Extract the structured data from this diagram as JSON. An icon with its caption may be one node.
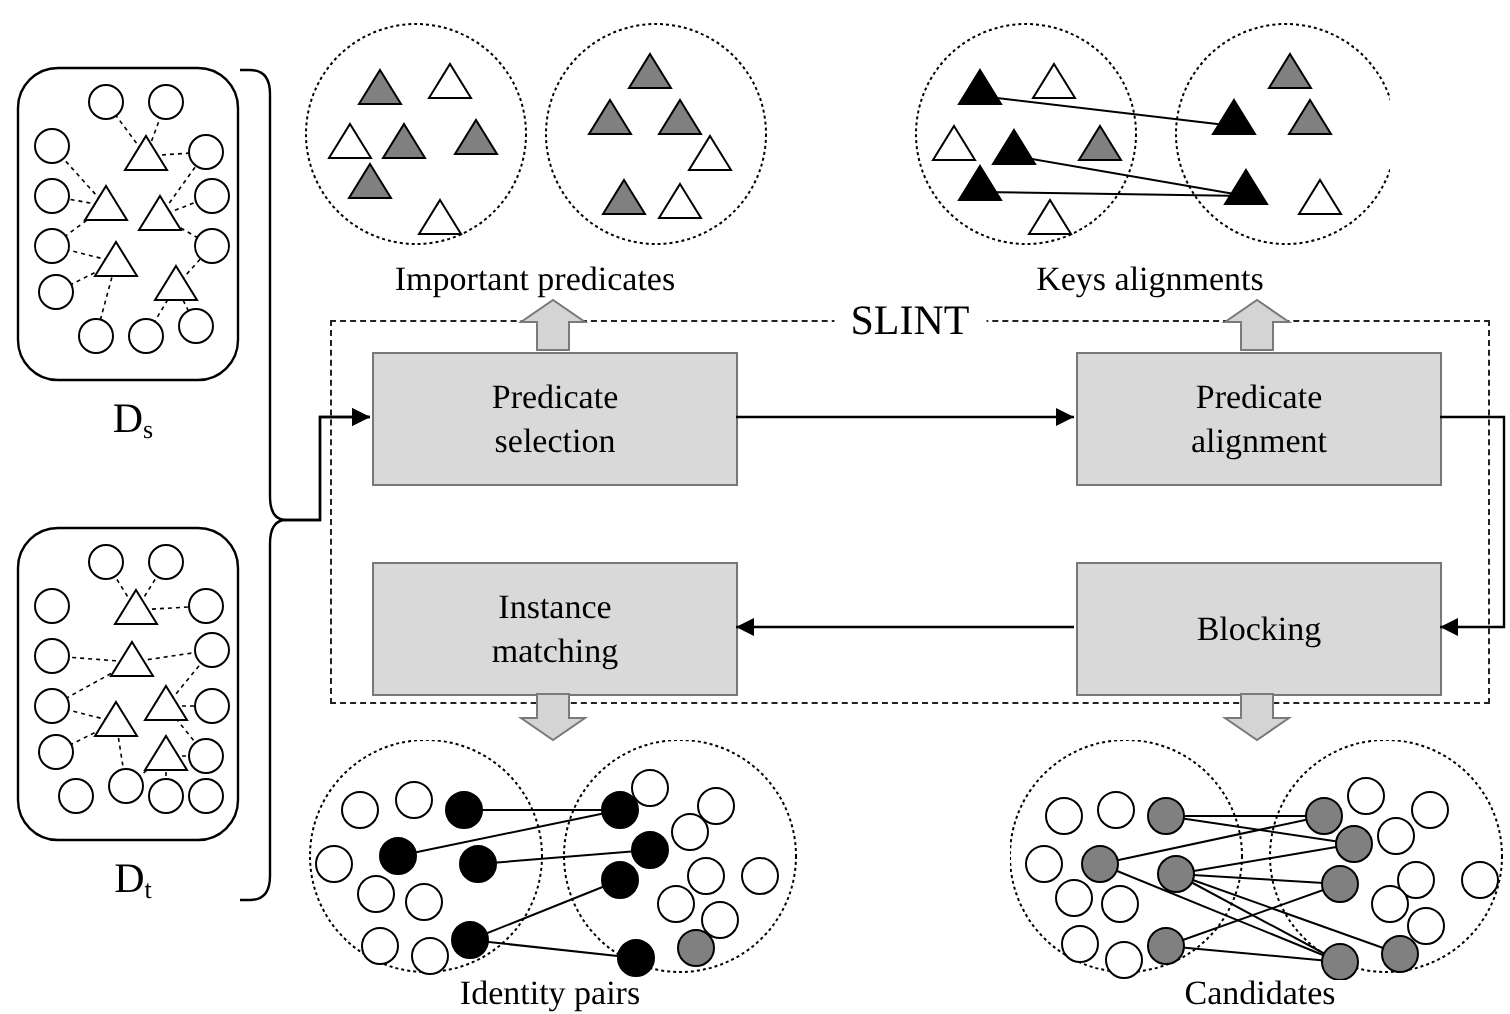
{
  "diagram": {
    "nodes": [
      {
        "text": [
          "D$_{s}$"
        ]
      },
      {
        "text": [
          "D$_{t}$"
        ]
      },
      {
        "text": [
          "SLINT"
        ]
      },
      {
        "text": [
          "Predicate selection"
        ],
        "in": 2
      },
      {
        "text": [
          "Predicate alignment"
        ],
        "in": 2
      },
      {
        "text": [
          "Instance matching"
        ],
        "in": 2
      },
      {
        "text": [
          "Blocking"
        ],
        "in": 2
      },
      {
        "text": [
          "Important predicates"
        ]
      },
      {
        "text": [
          "Keys alignments"
        ]
      },
      {
        "text": [
          "Identity pairs"
        ]
      },
      {
        "text": [
          "Candidates"
        ]
      }
    ],
    "edges": [
      {
        "from": 0,
        "to": 3,
        "arrow": "to"
      },
      {
        "from": 1,
        "to": 3,
        "arrow": "to"
      },
      {
        "from": 3,
        "to": 4,
        "arrow": "to"
      },
      {
        "from": 4,
        "to": 6,
        "arrow": "to"
      },
      {
        "from": 6,
        "to": 5,
        "arrow": "to"
      },
      {
        "from": 3,
        "to": 7,
        "arrow": "to",
        "style": "thick"
      },
      {
        "from": 4,
        "to": 8,
        "arrow": "to",
        "style": "thick"
      },
      {
        "from": 5,
        "to": 9,
        "arrow": "to",
        "style": "thick"
      },
      {
        "from": 6,
        "to": 10,
        "arrow": "to",
        "style": "thick"
      }
    ]
  }
}
